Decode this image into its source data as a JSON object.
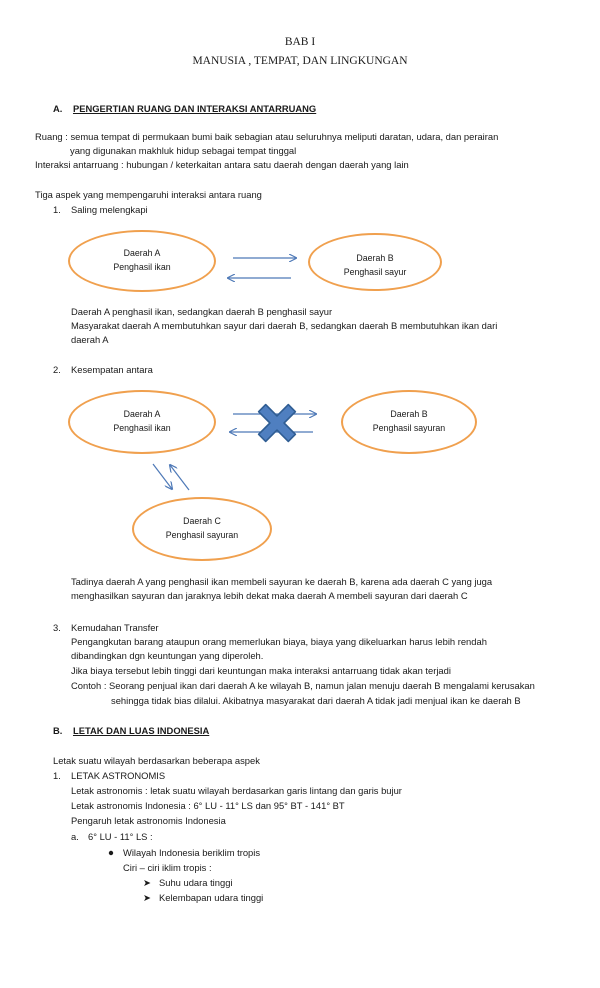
{
  "doc": {
    "title": "BAB I",
    "subtitle": "MANUSIA , TEMPAT, DAN LINGKUNGAN"
  },
  "sectionA": {
    "letter": "A.",
    "heading": "PENGERTIAN RUANG DAN INTERAKSI ANTARRUANG",
    "ruang_line1": "Ruang : semua tempat di permukaan bumi baik sebagian atau seluruhnya meliputi daratan, udara, dan perairan",
    "ruang_line2": "yang digunakan makhluk hidup sebagai tempat tinggal",
    "interaksi": "Interaksi antarruang : hubungan / keterkaitan antara satu daerah dengan daerah yang lain",
    "tiga_aspek": "Tiga aspek yang mempengaruhi interaksi antara ruang",
    "item1_num": "1.",
    "item1_label": "Saling melengkapi",
    "d1": {
      "a_name": "Daerah A",
      "a_sub": "Penghasil ikan",
      "b_name": "Daerah B",
      "b_sub": "Penghasil sayur"
    },
    "item1_text1": "Daerah A penghasil ikan, sedangkan daerah B penghasil sayur",
    "item1_text2": "Masyarakat daerah A membutuhkan sayur dari daerah B, sedangkan daerah B membutuhkan ikan dari",
    "item1_text3": "daerah A",
    "item2_num": "2.",
    "item2_label": "Kesempatan antara",
    "d2": {
      "a_name": "Daerah A",
      "a_sub": "Penghasil ikan",
      "b_name": "Daerah B",
      "b_sub": "Penghasil sayuran",
      "c_name": "Daerah C",
      "c_sub": "Penghasil sayuran"
    },
    "item2_text1": "Tadinya daerah A yang penghasil ikan membeli sayuran ke daerah B, karena ada daerah C yang juga",
    "item2_text2": "menghasilkan sayuran dan jaraknya lebih dekat maka daerah A membeli sayuran dari daerah  C",
    "item3_num": "3.",
    "item3_label": "Kemudahan Transfer",
    "item3_text1": "Pengangkutan barang ataupun orang memerlukan biaya, biaya yang dikeluarkan harus lebih rendah",
    "item3_text2": "dibandingkan dgn keuntungan yang diperoleh.",
    "item3_text3": "Jika biaya tersebut lebih tinggi dari keuntungan maka interaksi antarruang tidak akan terjadi",
    "item3_text4": "Contoh : Seorang penjual ikan dari daerah A ke wilayah B, namun jalan menuju daerah B mengalami kerusakan",
    "item3_text5": "sehingga tidak bias dilalui. Akibatnya masyarakat dari daerah A tidak jadi menjual ikan ke daerah B"
  },
  "sectionB": {
    "letter": "B.",
    "heading": "LETAK DAN LUAS INDONESIA",
    "intro": "Letak  suatu wilayah berdasarkan beberapa aspek",
    "item1_num": "1.",
    "item1_label": "LETAK ASTRONOMIS",
    "def": "Letak astronomis  :  letak suatu wilayah berdasarkan garis lintang dan garis bujur",
    "indo": "Letak astronomis Indonesia  :  6° LU - 11° LS dan 95° BT - 141° BT",
    "pengaruh": "Pengaruh letak astronomis Indonesia",
    "sub_a_letter": "a.",
    "sub_a_label": "6° LU - 11° LS :",
    "bullet1": "Wilayah Indonesia beriklim tropis",
    "ciri": "Ciri – ciri iklim tropis :",
    "arrow1": "Suhu udara tinggi",
    "arrow2": "Kelembapan udara tinggi"
  },
  "colors": {
    "ellipse_border": "#f0a04e",
    "arrow": "#4e79b7",
    "cross_fill": "#4f7fc0",
    "cross_stroke": "#2f5d93"
  }
}
